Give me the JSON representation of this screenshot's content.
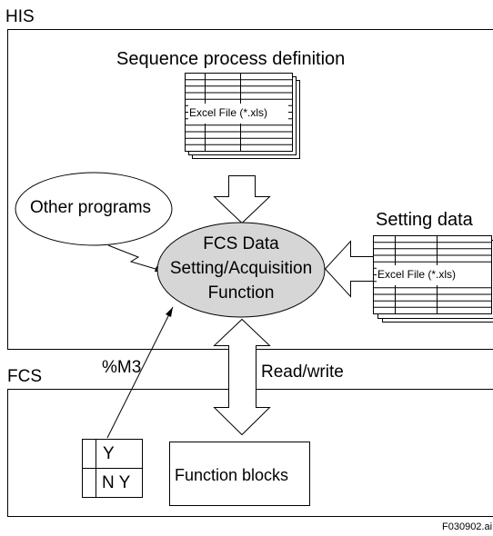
{
  "sections": {
    "his": {
      "label": "HIS"
    },
    "fcs": {
      "label": "FCS"
    }
  },
  "sequence_definition": {
    "title": "Sequence process definition",
    "file_label": "Excel File (*.xls)"
  },
  "setting_data": {
    "title": "Setting data",
    "file_label": "Excel File (*.xls)"
  },
  "other_programs": {
    "label": "Other programs"
  },
  "central_function": {
    "line1": "FCS Data",
    "line2": "Setting/Acquisition",
    "line3": "Function"
  },
  "signal": {
    "label": "%M3"
  },
  "read_write": {
    "label": "Read/write"
  },
  "sequence_table": {
    "cell_top": "Y",
    "cell_bottom": "N Y"
  },
  "function_blocks": {
    "label": "Function blocks"
  },
  "figure_id": "F030902.ai",
  "colors": {
    "ellipse_fill": "#d6d6d6",
    "line": "#000000",
    "background": "#ffffff"
  }
}
